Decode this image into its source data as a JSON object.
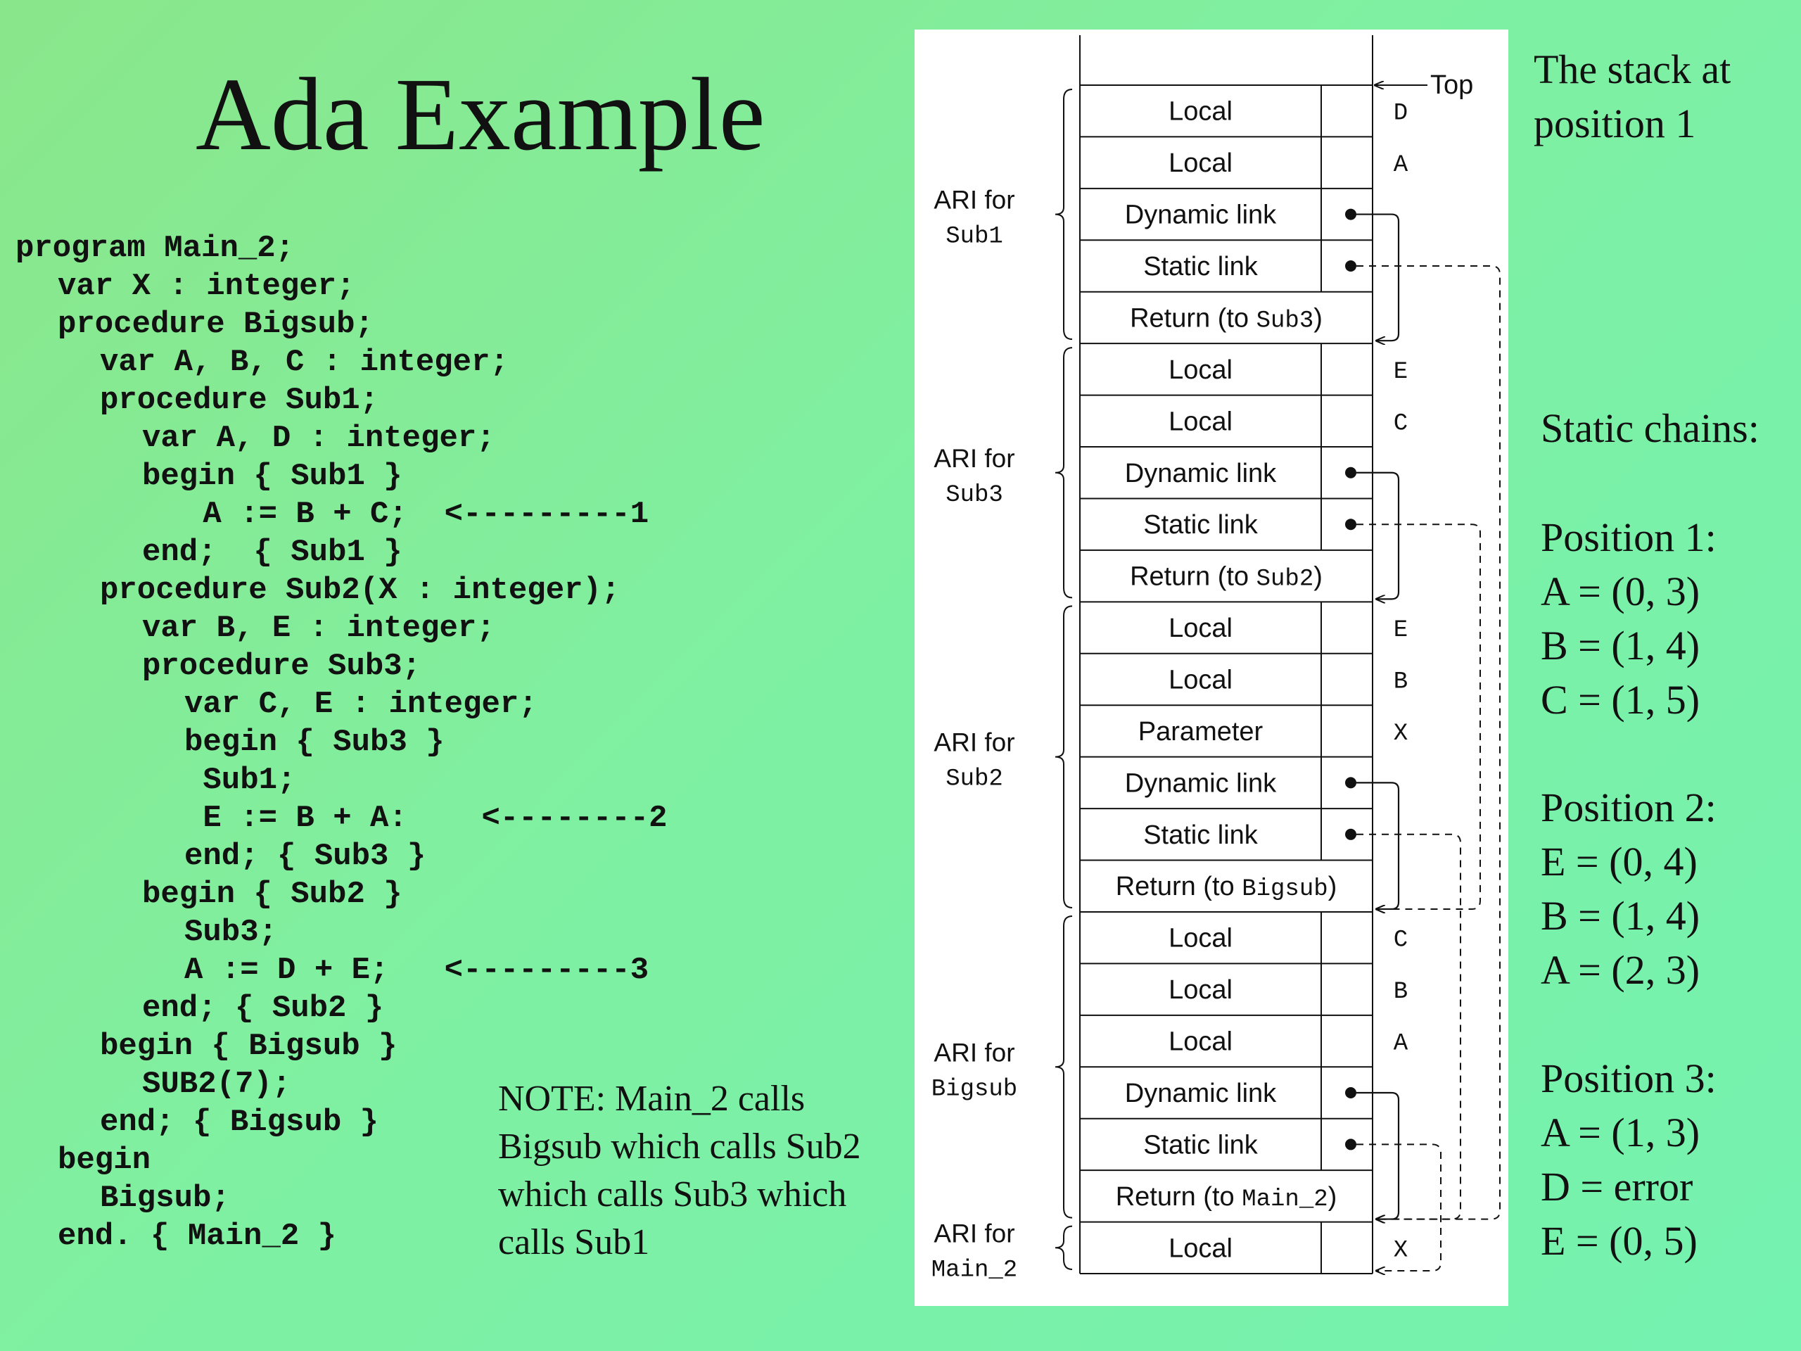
{
  "title": "Ada Example",
  "code_lines": [
    {
      "text": "program Main_2;",
      "indent": 0
    },
    {
      "text": "var X : integer;",
      "indent": 1
    },
    {
      "text": "procedure Bigsub;",
      "indent": 1
    },
    {
      "text": "var A, B, C : integer;",
      "indent": 2
    },
    {
      "text": "procedure Sub1;",
      "indent": 2
    },
    {
      "text": "var A, D : integer;",
      "indent": 3
    },
    {
      "text": "begin { Sub1 }",
      "indent": 3
    },
    {
      "text": " A := B + C;  <---------1",
      "indent": 4
    },
    {
      "text": "end;  { Sub1 }",
      "indent": 3
    },
    {
      "text": "procedure Sub2(X : integer);",
      "indent": 2
    },
    {
      "text": "var B, E : integer;",
      "indent": 3
    },
    {
      "text": "procedure Sub3;",
      "indent": 3
    },
    {
      "text": "var C, E : integer;",
      "indent": 4
    },
    {
      "text": "begin { Sub3 }",
      "indent": 4
    },
    {
      "text": " Sub1;",
      "indent": 4
    },
    {
      "text": " E := B + A:    <--------2",
      "indent": 4
    },
    {
      "text": "end; { Sub3 }",
      "indent": 4
    },
    {
      "text": "begin { Sub2 }",
      "indent": 3
    },
    {
      "text": "Sub3;",
      "indent": 4
    },
    {
      "text": "A := D + E;   <---------3",
      "indent": 4
    },
    {
      "text": "end; { Sub2 }",
      "indent": 3
    },
    {
      "text": "begin { Bigsub }",
      "indent": 2
    },
    {
      "text": "SUB2(7);",
      "indent": 3
    },
    {
      "text": "end; { Bigsub }",
      "indent": 2
    },
    {
      "text": "begin",
      "indent": 1
    },
    {
      "text": "Bigsub;",
      "indent": 2
    },
    {
      "text": "end. { Main_2 }",
      "indent": 1
    }
  ],
  "note": [
    "NOTE:  Main_2 calls",
    "Bigsub which calls Sub2",
    "which calls Sub3 which",
    "calls Sub1"
  ],
  "stack": {
    "top_label": "Top",
    "ari_groups": [
      {
        "label": "ARI for",
        "name": "Sub1"
      },
      {
        "label": "ARI for",
        "name": "Sub3"
      },
      {
        "label": "ARI for",
        "name": "Sub2"
      },
      {
        "label": "ARI for",
        "name": "Bigsub"
      },
      {
        "label": "ARI for",
        "name": "Main_2"
      }
    ],
    "cells": [
      {
        "label": "Local",
        "side": "D"
      },
      {
        "label": "Local",
        "side": "A"
      },
      {
        "label": "Dynamic link",
        "side": "",
        "dot": true
      },
      {
        "label": "Static link",
        "side": "",
        "dot": true
      },
      {
        "label": "Return (to ",
        "code": "Sub3",
        "suffix": ")"
      },
      {
        "label": "Local",
        "side": "E"
      },
      {
        "label": "Local",
        "side": "C"
      },
      {
        "label": "Dynamic link",
        "side": "",
        "dot": true
      },
      {
        "label": "Static link",
        "side": "",
        "dot": true
      },
      {
        "label": "Return (to ",
        "code": "Sub2",
        "suffix": ")"
      },
      {
        "label": "Local",
        "side": "E"
      },
      {
        "label": "Local",
        "side": "B"
      },
      {
        "label": "Parameter",
        "side": "X"
      },
      {
        "label": "Dynamic link",
        "side": "",
        "dot": true
      },
      {
        "label": "Static link",
        "side": "",
        "dot": true
      },
      {
        "label": "Return (to ",
        "code": "Bigsub",
        "suffix": ")"
      },
      {
        "label": "Local",
        "side": "C"
      },
      {
        "label": "Local",
        "side": "B"
      },
      {
        "label": "Local",
        "side": "A"
      },
      {
        "label": "Dynamic link",
        "side": "",
        "dot": true
      },
      {
        "label": "Static link",
        "side": "",
        "dot": true
      },
      {
        "label": "Return (to ",
        "code": "Main_2",
        "suffix": ")"
      },
      {
        "label": "Local",
        "side": "X"
      }
    ]
  },
  "stack_heading": [
    "The stack at",
    "position 1"
  ],
  "chains_heading": "Static chains:",
  "positions": [
    {
      "title": "Position 1:",
      "lines": [
        "A = (0, 3)",
        "B = (1, 4)",
        "C = (1, 5)"
      ]
    },
    {
      "title": "Position 2:",
      "lines": [
        "E = (0, 4)",
        "B = (1, 4)",
        "A = (2, 3)"
      ]
    },
    {
      "title": "Position 3:",
      "lines": [
        "A = (1, 3)",
        "D = error",
        "E = (0, 5)"
      ]
    }
  ]
}
